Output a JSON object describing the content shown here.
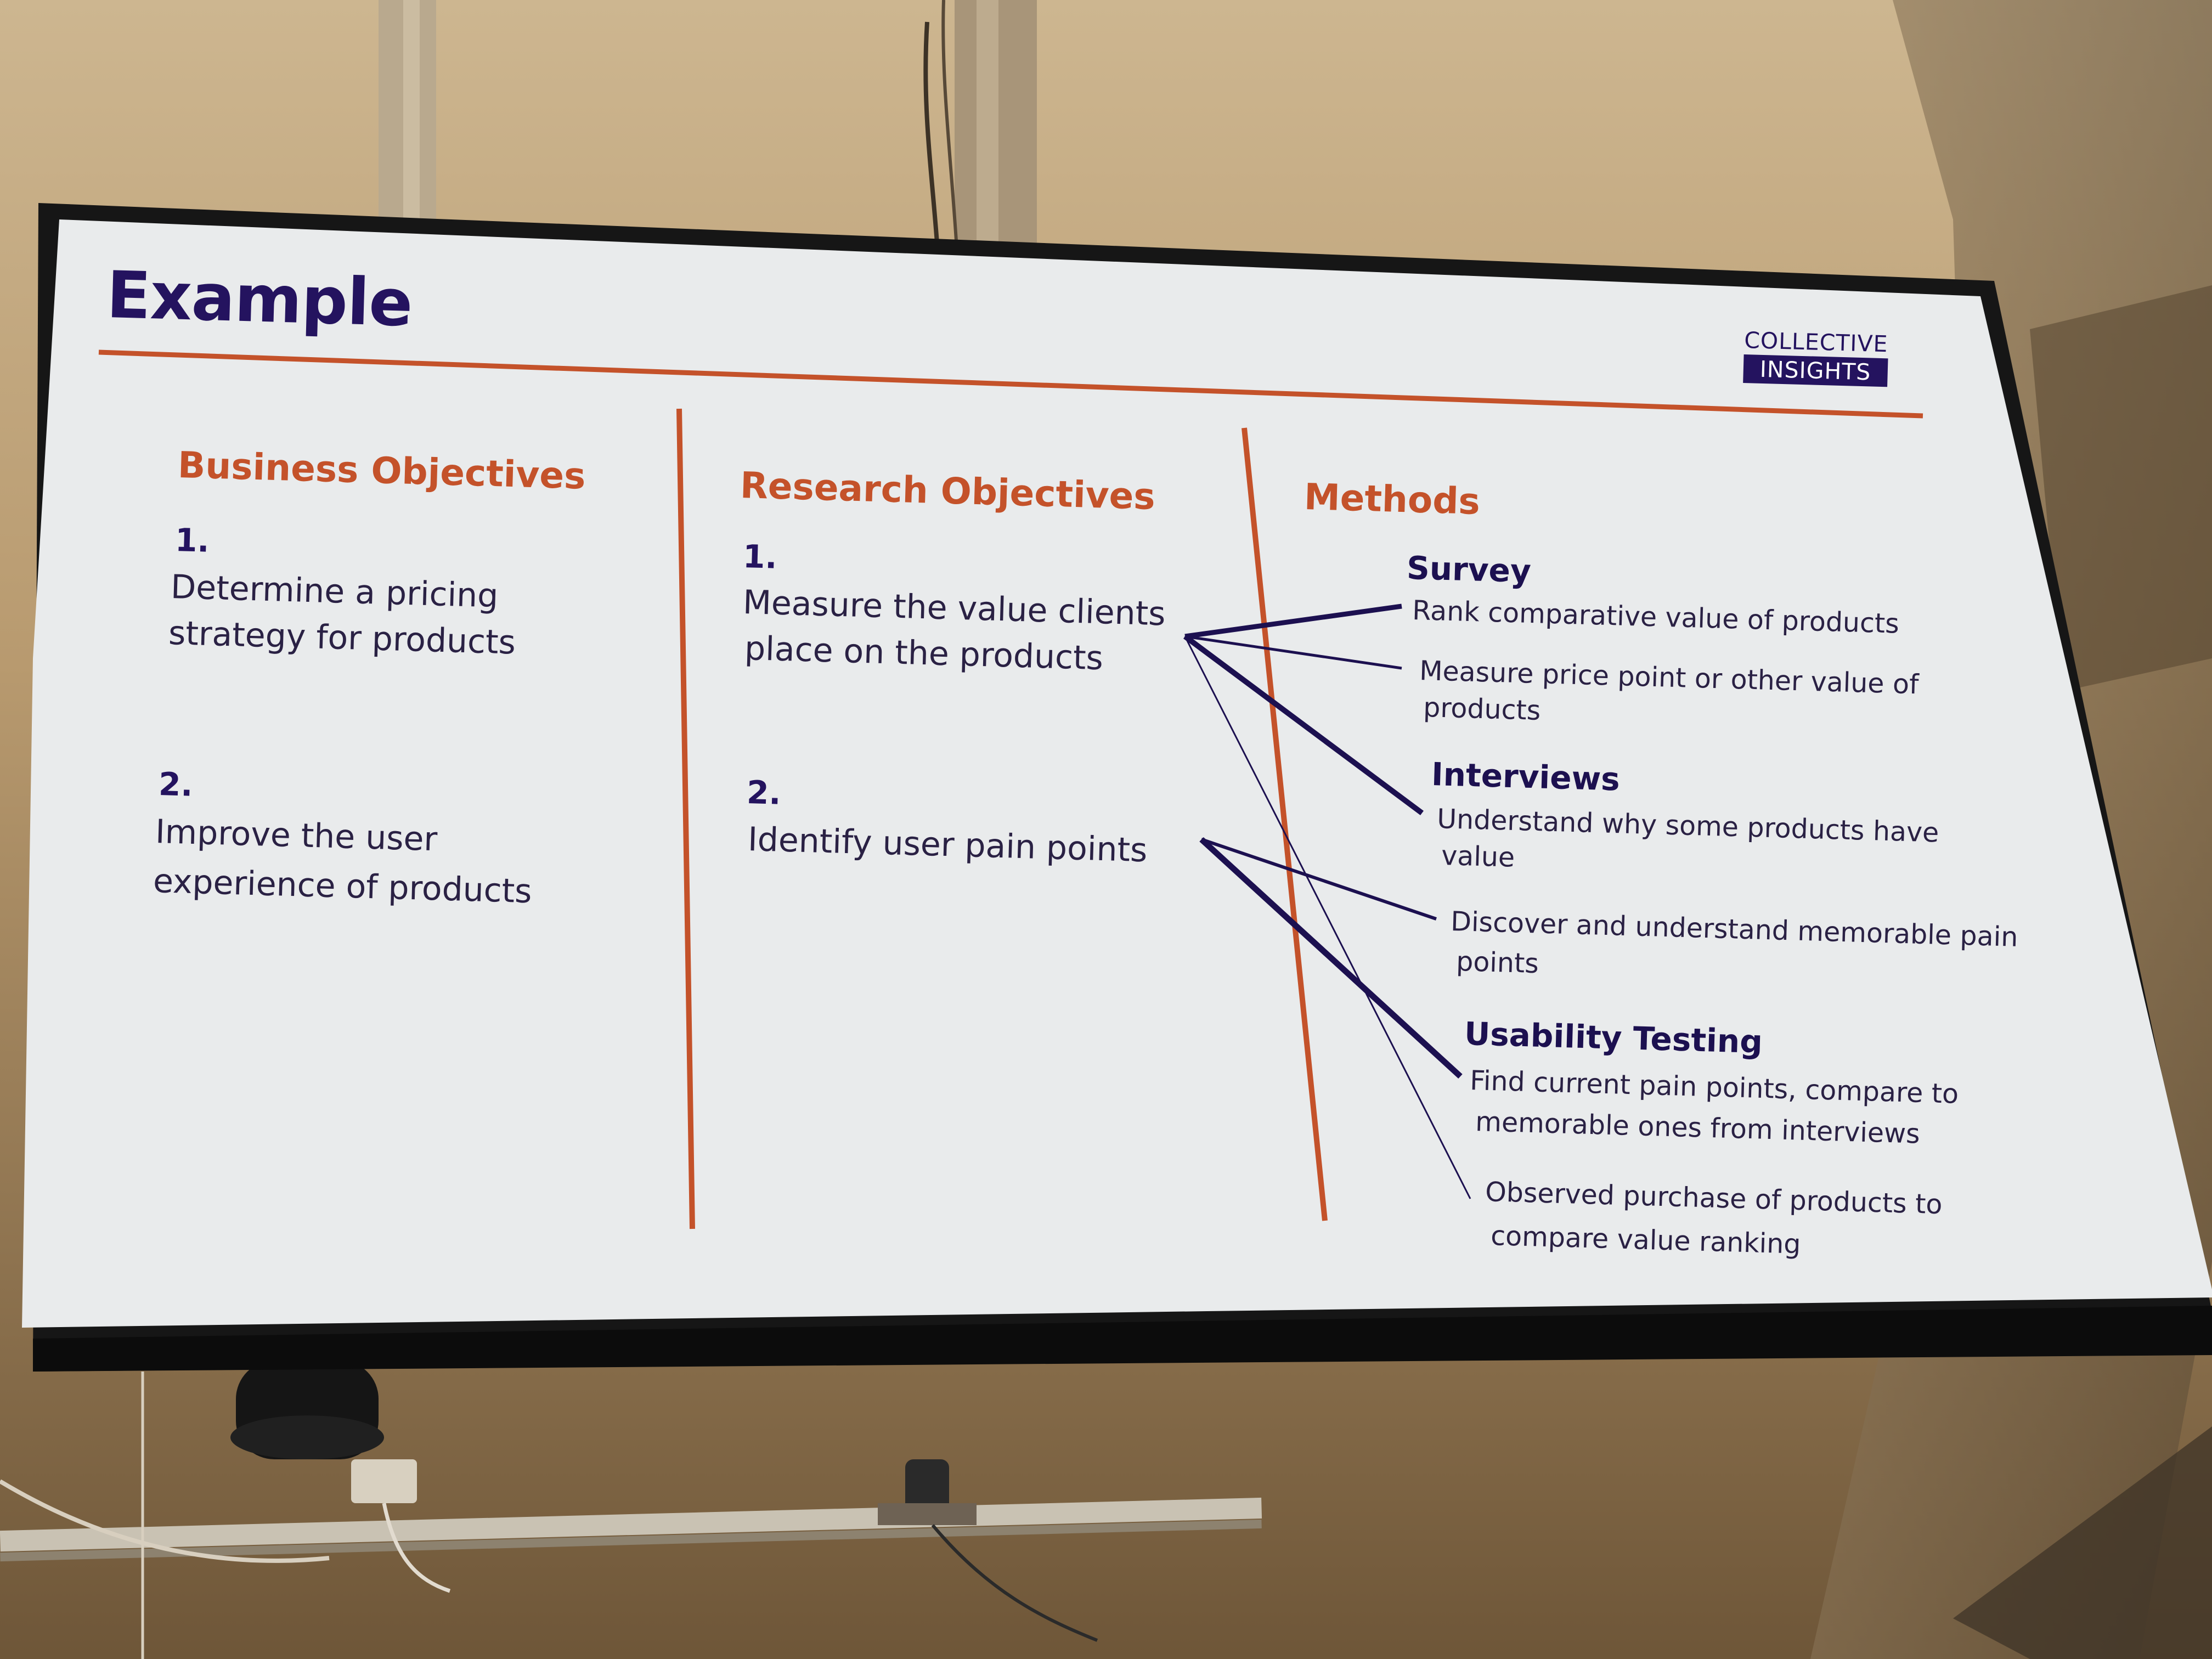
{
  "slide": {
    "title": "Example",
    "logo": {
      "line1": "COLLECTIVE",
      "line2": "INSIGHTS"
    },
    "business_objectives": {
      "heading": "Business Objectives",
      "items": [
        {
          "number": "1.",
          "lines": [
            "Determine a pricing",
            "strategy for products"
          ]
        },
        {
          "number": "2.",
          "lines": [
            "Improve the user",
            "experience of products"
          ]
        }
      ]
    },
    "research_objectives": {
      "heading": "Research Objectives",
      "items": [
        {
          "number": "1.",
          "lines": [
            "Measure the value clients",
            "place on the products"
          ]
        },
        {
          "number": "2.",
          "lines": [
            "Identify user pain points"
          ]
        }
      ]
    },
    "methods": {
      "heading": "Methods",
      "survey": {
        "heading": "Survey",
        "items": [
          {
            "lines": [
              "Rank comparative value of products"
            ]
          },
          {
            "lines": [
              "Measure price point or other value of",
              "products"
            ]
          }
        ]
      },
      "interviews": {
        "heading": "Interviews",
        "items": [
          {
            "lines": [
              "Understand why some products have",
              "value"
            ]
          },
          {
            "lines": [
              "Discover and understand memorable pain",
              "points"
            ]
          }
        ]
      },
      "usability_testing": {
        "heading": "Usability Testing",
        "items": [
          {
            "lines": [
              "Find current pain points, compare to",
              "memorable ones from interviews"
            ]
          },
          {
            "lines": [
              "Observed purchase of products to",
              "compare value ranking"
            ]
          }
        ]
      }
    }
  },
  "colors": {
    "navy": "#24135f",
    "accent_orange": "#c4522a",
    "slide_background": "#e9ebec",
    "monitor_bezel": "#151515"
  }
}
